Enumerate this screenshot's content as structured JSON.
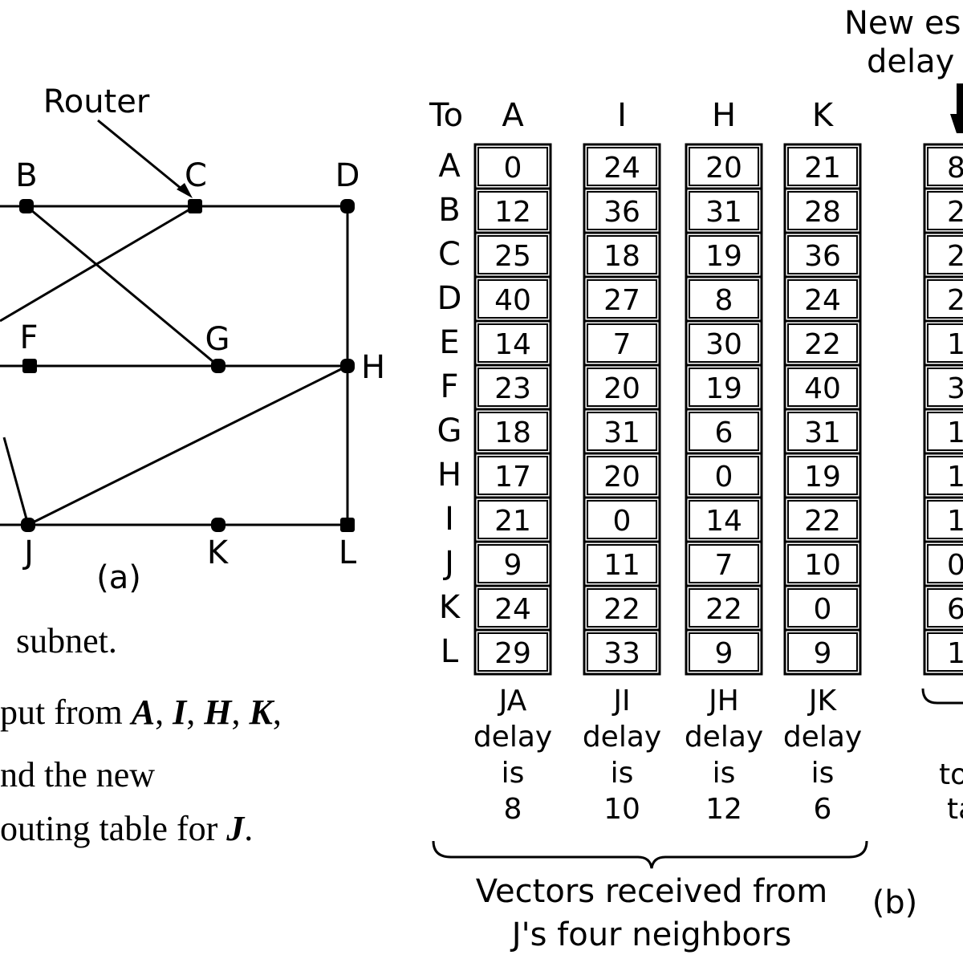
{
  "graph": {
    "router_label": "Router",
    "caption_a": "(a)",
    "nodes": [
      {
        "id": "B",
        "label": "B"
      },
      {
        "id": "C",
        "label": "C"
      },
      {
        "id": "D",
        "label": "D"
      },
      {
        "id": "F",
        "label": "F"
      },
      {
        "id": "G",
        "label": "G"
      },
      {
        "id": "H",
        "label": "H"
      },
      {
        "id": "J",
        "label": "J"
      },
      {
        "id": "K",
        "label": "K"
      },
      {
        "id": "L",
        "label": "L"
      }
    ]
  },
  "caption": {
    "line1": "subnet.",
    "line2_parts": [
      "put from ",
      "A",
      ", ",
      "I",
      ", ",
      "H",
      ", ",
      "K",
      ","
    ],
    "line3": "nd the new",
    "line4_parts": [
      "outing table for ",
      "J",
      "."
    ]
  },
  "tables": {
    "to_label": "To",
    "rows": [
      "A",
      "B",
      "C",
      "D",
      "E",
      "F",
      "G",
      "H",
      "I",
      "J",
      "K",
      "L"
    ],
    "columns": [
      {
        "header": "A",
        "values": [
          "0",
          "12",
          "25",
          "40",
          "14",
          "23",
          "18",
          "17",
          "21",
          "9",
          "24",
          "29"
        ],
        "footer": [
          "JA",
          "delay",
          "is",
          "8"
        ]
      },
      {
        "header": "I",
        "values": [
          "24",
          "36",
          "18",
          "27",
          "7",
          "20",
          "31",
          "20",
          "0",
          "11",
          "22",
          "33"
        ],
        "footer": [
          "JI",
          "delay",
          "is",
          "10"
        ]
      },
      {
        "header": "H",
        "values": [
          "20",
          "31",
          "19",
          "8",
          "30",
          "19",
          "6",
          "0",
          "14",
          "7",
          "22",
          "9"
        ],
        "footer": [
          "JH",
          "delay",
          "is",
          "12"
        ]
      },
      {
        "header": "K",
        "values": [
          "21",
          "28",
          "36",
          "24",
          "22",
          "40",
          "31",
          "19",
          "22",
          "10",
          "0",
          "9"
        ],
        "footer": [
          "JK",
          "delay",
          "is",
          "6"
        ]
      }
    ],
    "new_estimate_header": [
      "New es",
      "delay"
    ],
    "new_estimate_partial": [
      "8",
      "2",
      "2",
      "2",
      "1",
      "3",
      "1",
      "1",
      "1",
      "0",
      "6",
      "1"
    ],
    "right_partial_text": [
      "to",
      "ta"
    ],
    "brace_caption": [
      "Vectors received from",
      "J's four neighbors"
    ],
    "caption_b": "(b)"
  }
}
